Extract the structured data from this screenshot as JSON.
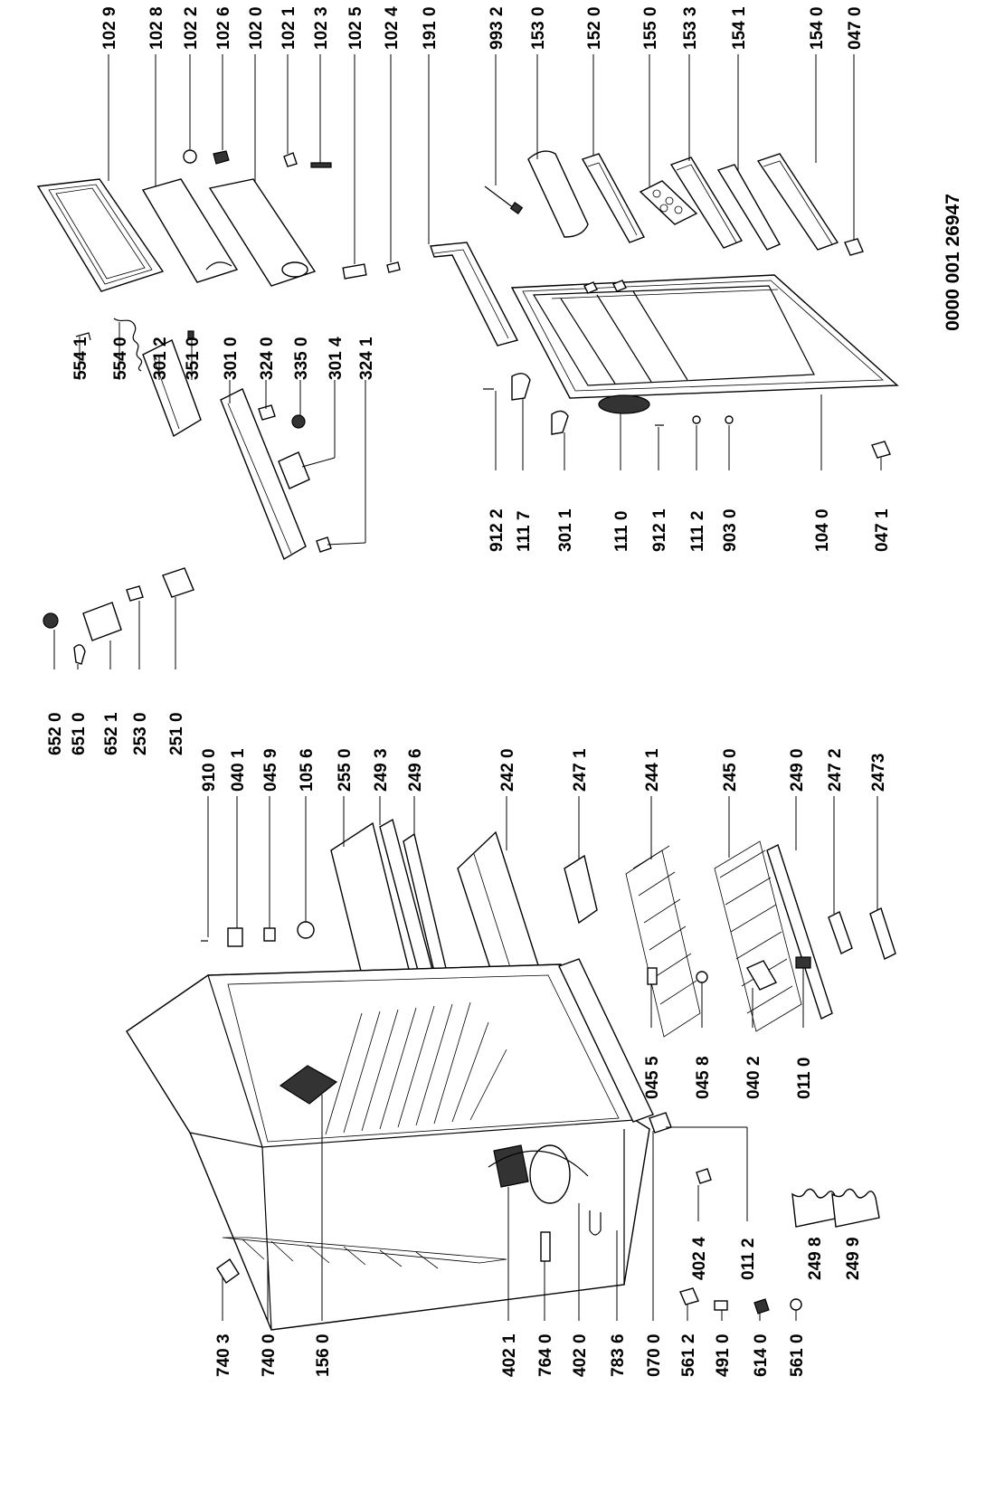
{
  "document_number": "0000 001 26947",
  "labels": {
    "l1029": "102 9",
    "l1028": "102 8",
    "l1022": "102 2",
    "l1026": "102 6",
    "l1020": "102 0",
    "l1021": "102 1",
    "l1023": "102 3",
    "l1025": "102 5",
    "l1024": "102 4",
    "l1910": "191 0",
    "l9932": "993 2",
    "l1530": "153 0",
    "l1520": "152 0",
    "l1550": "155 0",
    "l1533": "153 3",
    "l1541": "154 1",
    "l1540": "154 0",
    "l0470": "047 0",
    "l5541": "554 1",
    "l5540": "554 0",
    "l3012": "301 2",
    "l3510": "351 0",
    "l3010": "301 0",
    "l3240": "324 0",
    "l3350": "335 0",
    "l3014": "301 4",
    "l3241": "324 1",
    "l9122": "912 2",
    "l1117": "111 7",
    "l3011": "301 1",
    "l1110": "111 0",
    "l9121": "912 1",
    "l1112": "111 2",
    "l9030": "903 0",
    "l1040": "104 0",
    "l0471": "047 1",
    "l6520": "652 0",
    "l6510": "651 0",
    "l6521": "652 1",
    "l2530": "253 0",
    "l2510": "251 0",
    "l9100": "910 0",
    "l0401": "040 1",
    "l0459": "045 9",
    "l1056": "105 6",
    "l2550": "255 0",
    "l2493": "249 3",
    "l2496": "249 6",
    "l2420": "242 0",
    "l2471": "247 1",
    "l2441": "244 1",
    "l2450": "245 0",
    "l2490": "249 0",
    "l2472": "247 2",
    "l2473": "2473",
    "l0455": "045 5",
    "l0458": "045 8",
    "l0402": "040 2",
    "l0110": "011 0",
    "l4024": "402 4",
    "l0112": "011 2",
    "l2498": "249 8",
    "l2499": "249 9",
    "l7403": "740 3",
    "l7400": "740 0",
    "l1560": "156 0",
    "l4021": "402 1",
    "l7640": "764 0",
    "l4020": "402 0",
    "l7836": "783 6",
    "l0700": "070 0",
    "l5612": "561 2",
    "l4910": "491 0",
    "l6140": "614 0",
    "l5610": "561 0"
  }
}
